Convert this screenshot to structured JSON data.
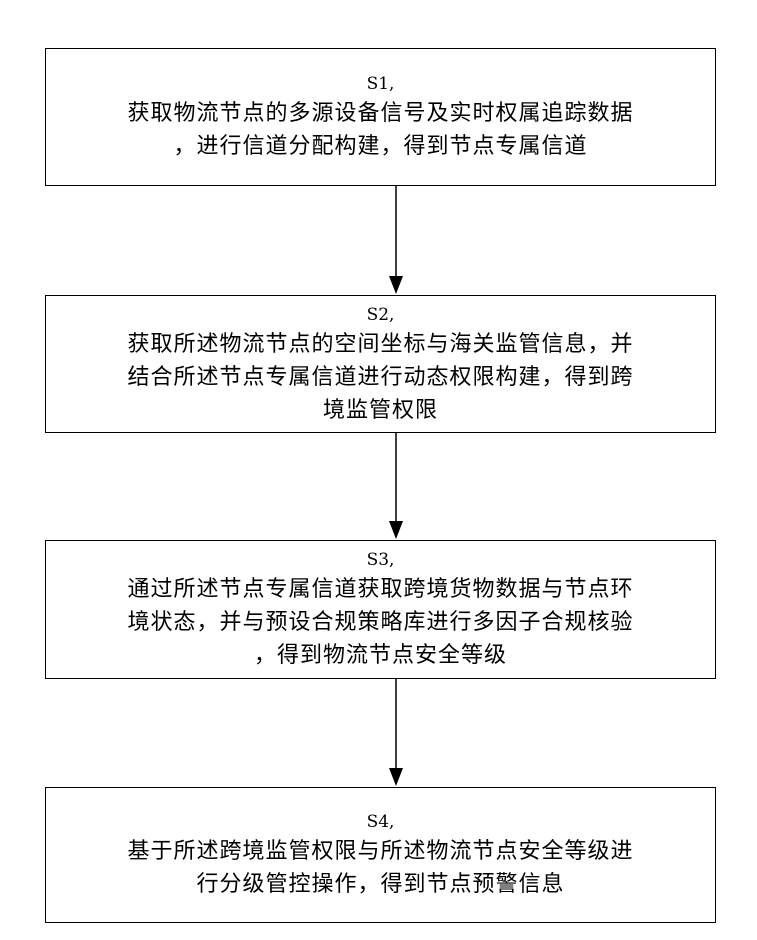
{
  "steps": [
    {
      "label": "S1,",
      "lines": [
        "获取物流节点的多源设备信号及实时权属追踪数据",
        "，进行信道分配构建，得到节点专属信道"
      ]
    },
    {
      "label": "S2,",
      "lines": [
        "获取所述物流节点的空间坐标与海关监管信息，并",
        "结合所述节点专属信道进行动态权限构建，得到跨",
        "境监管权限"
      ]
    },
    {
      "label": "S3,",
      "lines": [
        "通过所述节点专属信道获取跨境货物数据与节点环",
        "境状态，并与预设合规策略库进行多因子合规核验",
        "，得到物流节点安全等级"
      ]
    },
    {
      "label": "S4,",
      "lines": [
        "基于所述跨境监管权限与所述物流节点安全等级进",
        "行分级管控操作，得到节点预警信息"
      ]
    }
  ]
}
